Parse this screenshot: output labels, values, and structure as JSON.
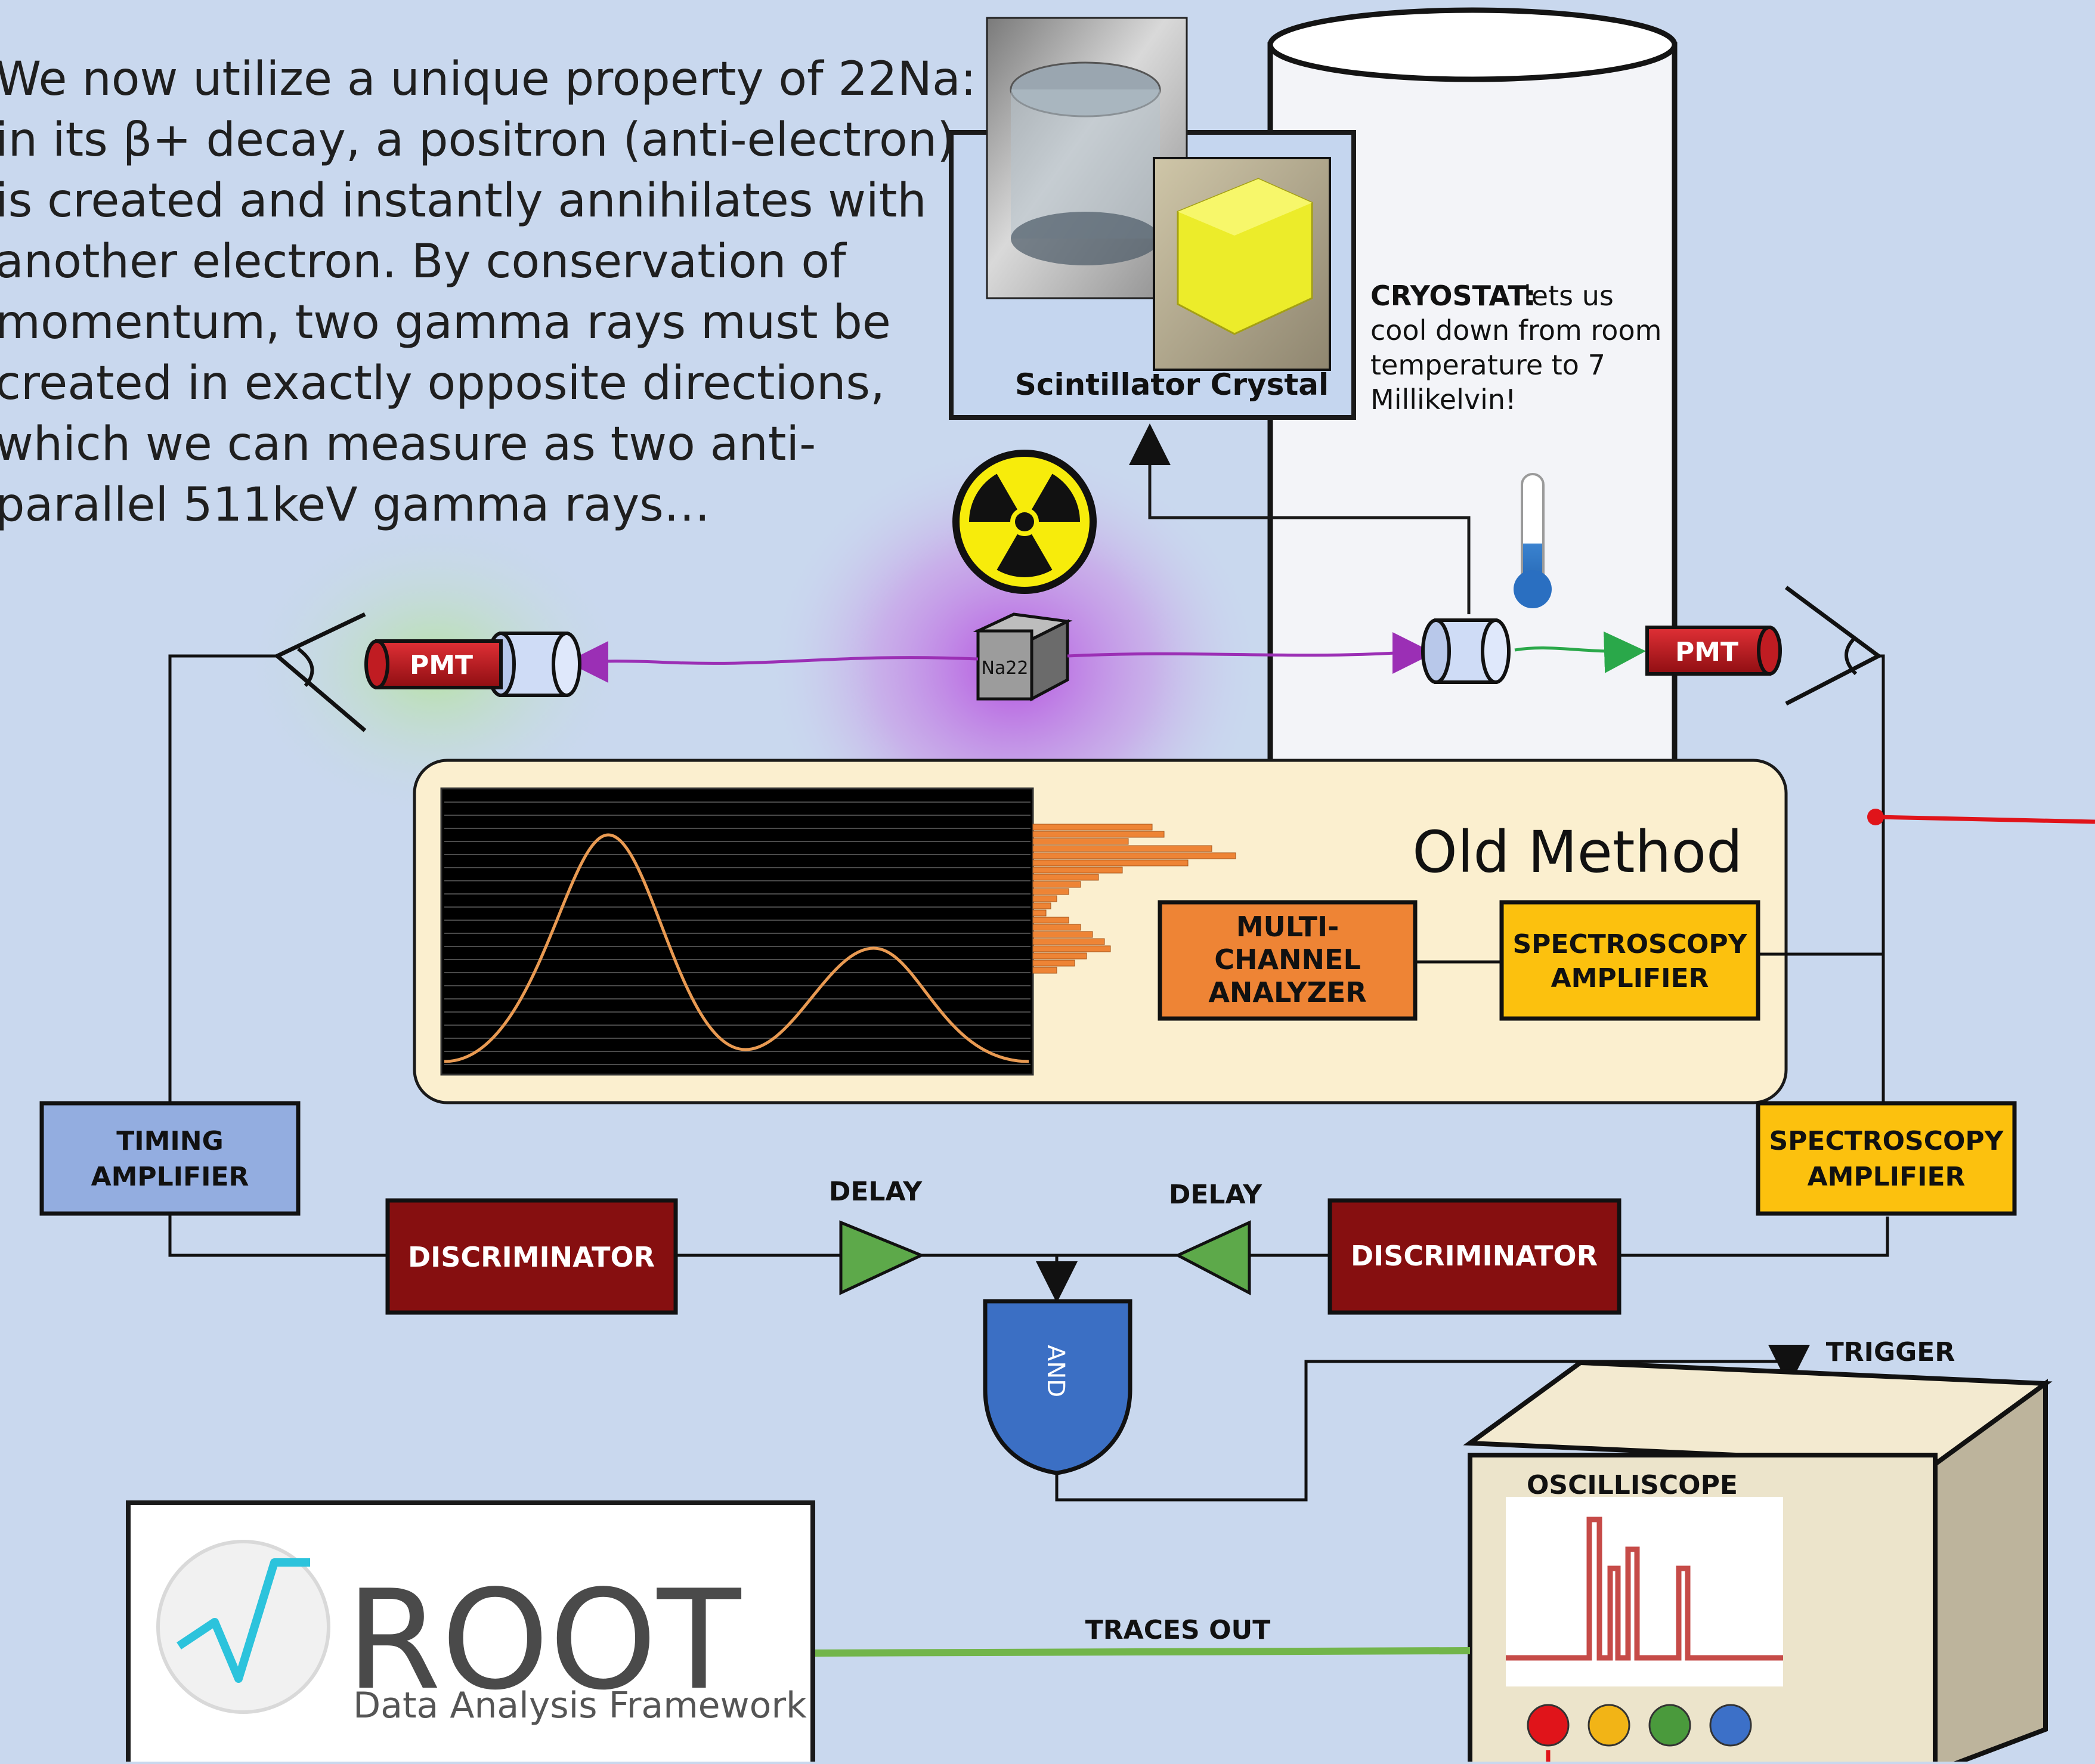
{
  "intro": {
    "lines": [
      "We now utilize a unique property of 22Na:",
      "in its β+ decay, a positron (anti-electron)",
      "is created and instantly annihilates with",
      "another electron. By conservation of",
      "momentum, two gamma rays must be",
      "created in exactly opposite directions,",
      "which we can measure as two anti-",
      "parallel 511keV gamma rays…"
    ]
  },
  "labels": {
    "scintillator": "Scintillator Crystal",
    "cryostat_title": "CRYOSTAT:",
    "cryostat_lines": [
      "lets us",
      "cool down from room",
      "temperature to 7",
      "Millikelvin!"
    ],
    "pmt": "PMT",
    "source": "Na22",
    "old_method": "Old Method",
    "mca": [
      "MULTI-",
      "CHANNEL",
      "ANALYZER"
    ],
    "spec_amp": [
      "SPECTROSCOPY",
      "AMPLIFIER"
    ],
    "timing_amp": [
      "TIMING",
      "AMPLIFIER"
    ],
    "discriminator": "DISCRIMINATOR",
    "delay": "DELAY",
    "and_gate": "AND",
    "trigger": "TRIGGER",
    "oscilloscope": "OSCILLISCOPE",
    "traces_out": "TRACES OUT",
    "root_name": "ROOT",
    "root_sub": "Data Analysis Framework"
  },
  "colors": {
    "background": "#c9d8ee",
    "pmt_red": "#b81418",
    "mca_orange": "#ee8435",
    "spec_amp_yellow": "#fcc10e",
    "timing_amp_blue": "#93ade0",
    "discriminator_red": "#860f10",
    "delay_green": "#5da94a",
    "and_blue": "#3b6fc4",
    "photon_purple": "#9b2fb5",
    "photon_green": "#2aa84a",
    "old_method_panel": "#fbefcf",
    "scope_trace": "#c64b48",
    "traces_line": "#72b54a",
    "red_wire": "#e0141a"
  },
  "icons": [
    "radiation-icon",
    "thermometer-icon",
    "eye-icon",
    "scintillator-photo",
    "root-logo-icon"
  ]
}
